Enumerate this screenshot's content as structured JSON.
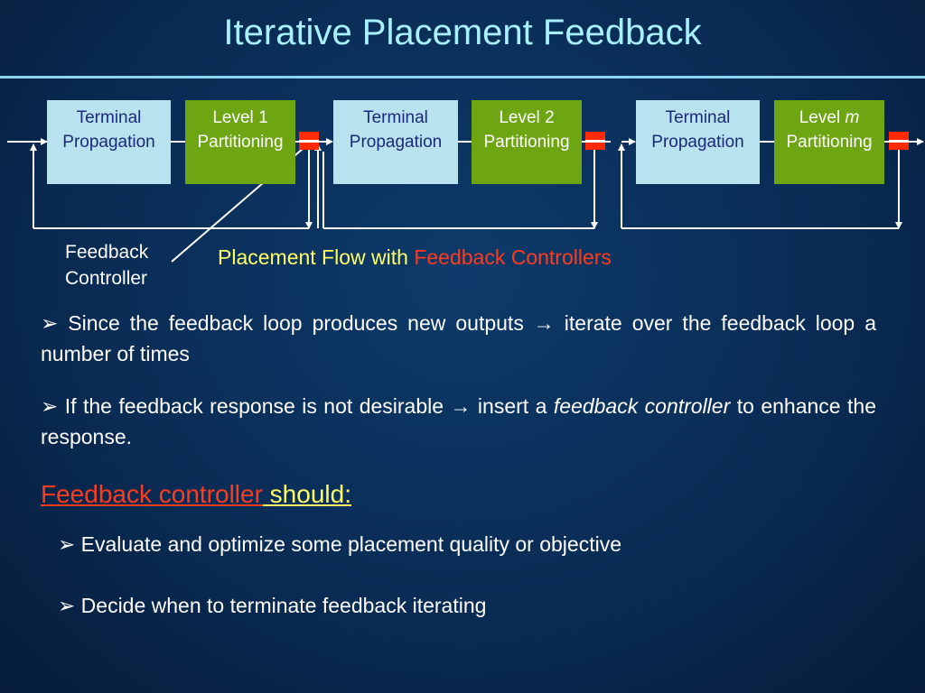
{
  "slide": {
    "title": "Iterative Placement Feedback"
  },
  "diagram": {
    "stages": [
      {
        "terminal": {
          "line1": "Terminal",
          "line2": "Propagation"
        },
        "level": {
          "line1_prefix": "Level ",
          "line1_em": "1",
          "line2": "Partitioning",
          "em_italic": false
        }
      },
      {
        "terminal": {
          "line1": "Terminal",
          "line2": "Propagation"
        },
        "level": {
          "line1_prefix": "Level ",
          "line1_em": "2",
          "line2": "Partitioning",
          "em_italic": false
        }
      },
      {
        "terminal": {
          "line1": "Terminal",
          "line2": "Propagation"
        },
        "level": {
          "line1_prefix": "Level ",
          "line1_em": "m",
          "line2": "Partitioning",
          "em_italic": true
        }
      }
    ],
    "feedback_controller_label": {
      "line1": "Feedback",
      "line2": "Controller"
    },
    "caption": {
      "part1": "Placement Flow with ",
      "part2": "Feedback Controllers"
    },
    "colors": {
      "terminal_box": "#b8e2ee",
      "level_box": "#6ea513",
      "controller": "#ff2a00",
      "caption_yellow": "#ffff66",
      "caption_red": "#ff3b1e"
    }
  },
  "bullets": [
    {
      "marker": "➢",
      "text": "Since the feedback loop produces new outputs → iterate over the feedback loop a number of times"
    },
    {
      "marker": "➢",
      "text_before": "If the feedback response is not desirable → insert a ",
      "text_em": "feedback controller",
      "text_after": " to enhance the response."
    }
  ],
  "heading": {
    "red": "Feedback controller",
    "yellow": " should:"
  },
  "sub_bullets": [
    {
      "marker": "➢",
      "text": "Evaluate and optimize some placement quality or objective"
    },
    {
      "marker": "➢",
      "text": "Decide when to terminate feedback iterating"
    }
  ]
}
